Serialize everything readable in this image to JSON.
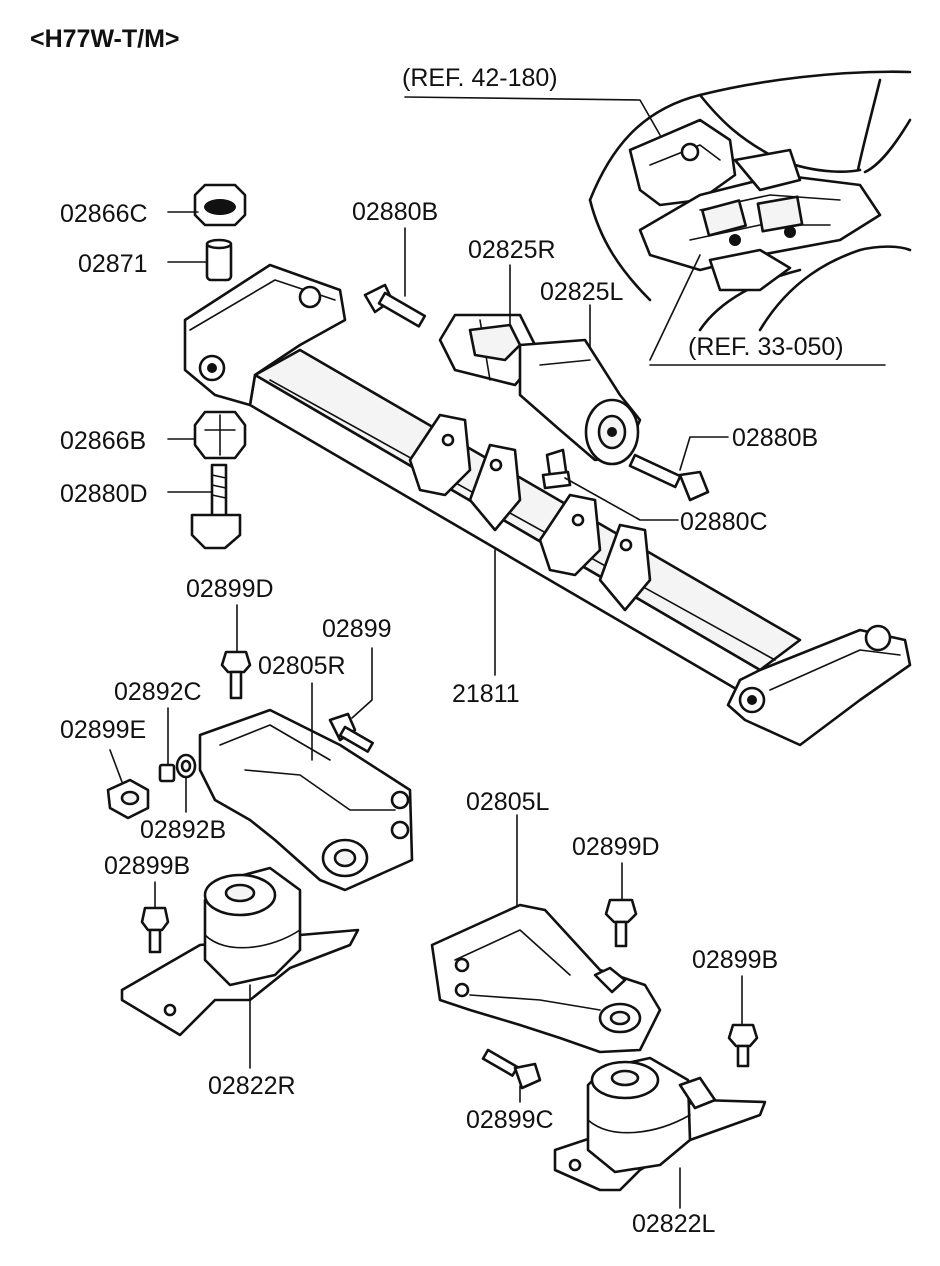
{
  "title": "<H77W-T/M>",
  "references": {
    "ref_top": "(REF. 42-180)",
    "ref_bottom": "(REF. 33-050)"
  },
  "callouts": {
    "p02866C": "02866C",
    "p02871": "02871",
    "p02866B": "02866B",
    "p02880D": "02880D",
    "p02880B_top": "02880B",
    "p02825R": "02825R",
    "p02825L": "02825L",
    "p02880B_right": "02880B",
    "p02880C": "02880C",
    "p21811": "21811",
    "p02899D_left": "02899D",
    "p02899_left": "02899",
    "p02805R": "02805R",
    "p02892C": "02892C",
    "p02899E": "02899E",
    "p02892B": "02892B",
    "p02899B_left": "02899B",
    "p02822R": "02822R",
    "p02805L": "02805L",
    "p02899D_right": "02899D",
    "p02899B_right": "02899B",
    "p02899C": "02899C",
    "p02822L": "02822L"
  }
}
